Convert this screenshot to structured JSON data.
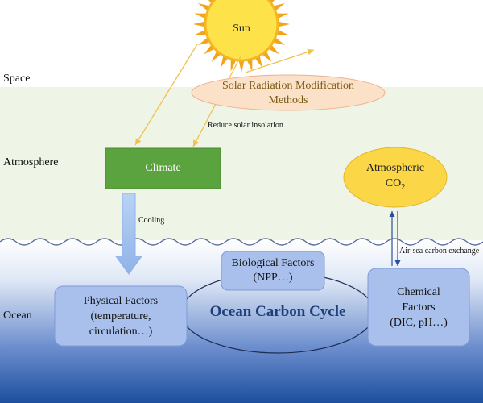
{
  "zones": {
    "space": "Space",
    "atmosphere": "Atmosphere",
    "ocean": "Ocean"
  },
  "sun": {
    "label": "Sun"
  },
  "solar_radiation_modification": {
    "line1": "Solar Radiation Modification",
    "line2": "Methods"
  },
  "climate": {
    "label": "Climate"
  },
  "atmospheric_co2": {
    "line1": "Atmospheric",
    "formula_base": "CO",
    "formula_sub": "2"
  },
  "biological_factors": {
    "line1": "Biological Factors",
    "line2": "(NPP…)"
  },
  "physical_factors": {
    "line1": "Physical Factors",
    "line2": "(temperature,",
    "line3": "circulation…)"
  },
  "chemical_factors": {
    "line1": "Chemical",
    "line2": "Factors",
    "line3": "(DIC, pH…)"
  },
  "ocean_carbon_cycle": {
    "title": "Ocean Carbon Cycle"
  },
  "annotations": {
    "reduce_solar_insolation": "Reduce solar insolation",
    "cooling": "Cooling",
    "air_sea_exchange": "Air-sea carbon exchange"
  },
  "colors": {
    "sun_fill": "#fde24a",
    "sun_ray": "#f2a51a",
    "arrow_solar": "#f1c24a",
    "srm_fill": "#fbe1c8",
    "srm_stroke": "#f0b090",
    "atmosphere_band": "#eef4e6",
    "climate_fill": "#5aa33e",
    "co2_fill": "#fbd646",
    "ocean_top": "#ffffff",
    "ocean_bottom": "#1c4f9e",
    "factor_box": "#a9c0ec",
    "cooling_arrow": "#9ec0ee",
    "exchange_arrow": "#2a4fa0",
    "title_color": "#1e3e7a"
  }
}
